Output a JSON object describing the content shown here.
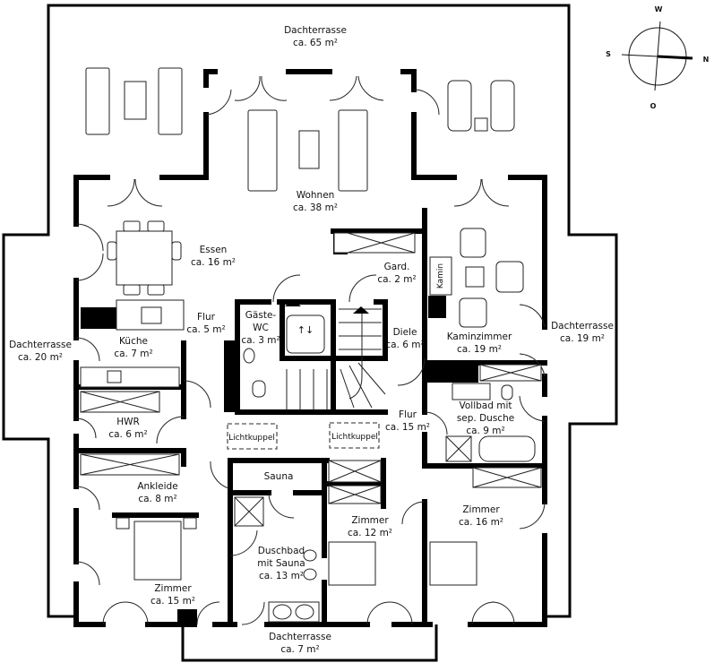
{
  "plan": {
    "rooms": [
      {
        "name": "Dachterrasse",
        "area": "ca. 65 m²"
      },
      {
        "name": "Wohnen",
        "area": "ca. 38 m²"
      },
      {
        "name": "Essen",
        "area": "ca. 16 m²"
      },
      {
        "name": "Gard.",
        "area": "ca. 2 m²"
      },
      {
        "name": "Flur",
        "area": "ca. 5 m²"
      },
      {
        "name": "Gäste-",
        "name2": "WC",
        "area": "ca. 3 m²"
      },
      {
        "name": "Diele",
        "area": "ca. 6 m²"
      },
      {
        "name": "Kaminzimmer",
        "area": "ca. 19 m²"
      },
      {
        "name": "Dachterrasse",
        "area": "ca. 19 m²"
      },
      {
        "name": "Dachterrasse",
        "area": "ca. 20 m²"
      },
      {
        "name": "Küche",
        "area": "ca. 7 m²"
      },
      {
        "name": "Vollbad mit",
        "name2": "sep. Dusche",
        "area": "ca. 9 m²"
      },
      {
        "name": "Flur",
        "area": "ca. 15 m²"
      },
      {
        "name": "HWR",
        "area": "ca. 6 m²"
      },
      {
        "name": "Sauna"
      },
      {
        "name": "Ankleide",
        "area": "ca. 8 m²"
      },
      {
        "name": "Zimmer",
        "area": "ca. 12 m²"
      },
      {
        "name": "Zimmer",
        "area": "ca. 16 m²"
      },
      {
        "name": "Duschbad",
        "name2": "mit Sauna",
        "area": "ca. 13 m²"
      },
      {
        "name": "Zimmer",
        "area": "ca. 15 m²"
      },
      {
        "name": "Dachterrasse",
        "area": "ca. 7 m²"
      }
    ],
    "fixtures": {
      "kamin": "Kamin",
      "skylight_1": "Lichtkuppel",
      "skylight_2": "Lichtkuppel",
      "lift_symbol": "↑↓"
    },
    "compass": {
      "north": "N",
      "south": "S",
      "west": "W",
      "east": "O"
    }
  }
}
